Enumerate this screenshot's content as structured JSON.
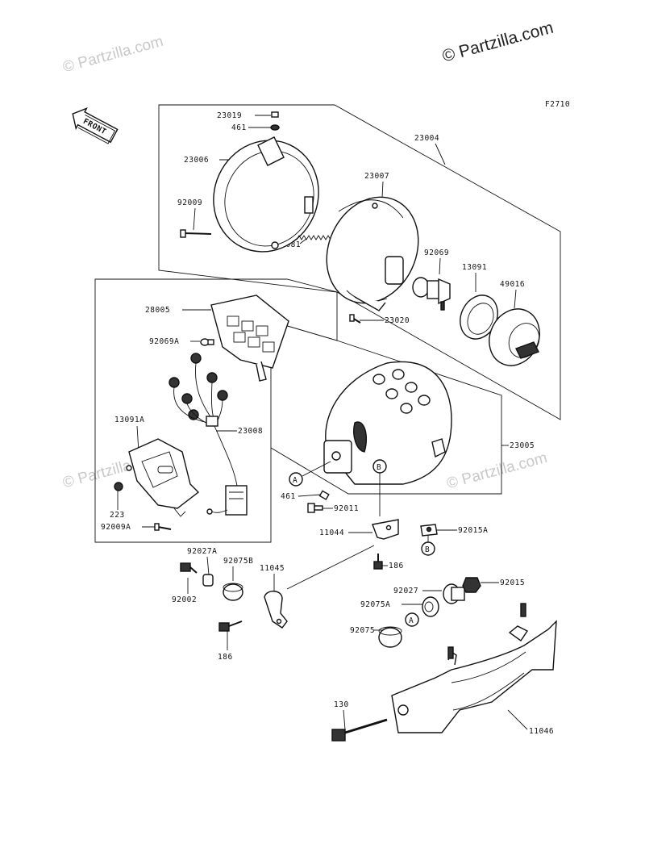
{
  "watermarks": {
    "top_right": "© Partzilla.com",
    "faint": "© Partzilla.com"
  },
  "figure_code": "F2710",
  "front_marker": "FRONT",
  "callouts": {
    "A": "A",
    "B": "B"
  },
  "labels": {
    "p23019": "23019",
    "p461_top": "461",
    "p23006": "23006",
    "p92009": "92009",
    "p23004": "23004",
    "p23007": "23007",
    "p92081": "92081",
    "p92069": "92069",
    "p13091": "13091",
    "p49016": "49016",
    "p23020": "23020",
    "p28005": "28005",
    "p92069A": "92069A",
    "p13091A": "13091A",
    "p23008": "23008",
    "p23005": "23005",
    "p223": "223",
    "p92009A": "92009A",
    "p461_mid": "461",
    "p92011": "92011",
    "p11044": "11044",
    "p92015A": "92015A",
    "p186_a": "186",
    "p92027A": "92027A",
    "p92075B": "92075B",
    "p92002": "92002",
    "p11045": "11045",
    "p186_b": "186",
    "p92027": "92027",
    "p92015": "92015",
    "p92075A": "92075A",
    "p92075": "92075",
    "p130": "130",
    "p11046": "11046"
  }
}
